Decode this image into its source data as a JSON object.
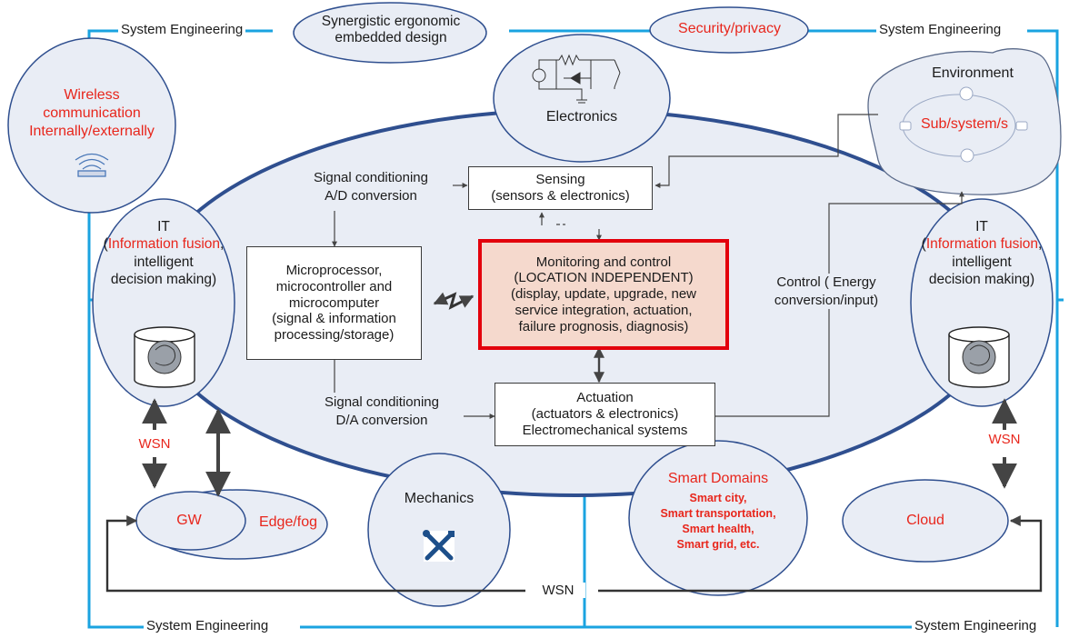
{
  "system_engineering_label": "System Engineering",
  "nodes": {
    "synergistic": [
      "Synergistic ergonomic",
      "embedded design"
    ],
    "security": "Security/privacy",
    "wireless": [
      "Wireless",
      "communication",
      "Internally/externally"
    ],
    "electronics": "Electronics",
    "environment": "Environment",
    "subsystem": "Sub/system/s",
    "it_left": {
      "title": "IT",
      "red": "Information fusion",
      "rest": [
        "intelligent",
        "decision making)"
      ]
    },
    "it_right": {
      "title": "IT",
      "red": "Information fusion",
      "rest": [
        "intelligent",
        "decision making)"
      ]
    },
    "gw": "GW",
    "edge_fog": "Edge/fog",
    "mechanics": "Mechanics",
    "smart_domains": {
      "title": "Smart Domains",
      "items": [
        "Smart city,",
        "Smart transportation,",
        "Smart health,",
        "Smart grid, etc."
      ]
    },
    "cloud": "Cloud"
  },
  "boxes": {
    "sensing": [
      "Sensing",
      "(sensors & electronics)"
    ],
    "microprocessor": [
      "Microprocessor,",
      "microcontroller and",
      "microcomputer",
      "(signal & information",
      "processing/storage)"
    ],
    "monitoring": [
      "Monitoring and control",
      "(LOCATION INDEPENDENT)",
      "(display, update, upgrade, new",
      "service integration,  actuation,",
      "failure prognosis, diagnosis)"
    ],
    "actuation": [
      "Actuation",
      "(actuators & electronics)",
      "Electromechanical systems"
    ]
  },
  "labels": {
    "signal_ad": [
      "Signal conditioning",
      "A/D conversion"
    ],
    "signal_da": [
      "Signal conditioning",
      "D/A conversion"
    ],
    "control": [
      "Control ( Energy",
      "conversion/input)"
    ],
    "wsn": "WSN"
  },
  "colors": {
    "system_line": "#1aa3e0",
    "ellipse_border": "#2f4f8f",
    "node_fill": "#e9edf5",
    "accent_red": "#e8261c",
    "box_highlight": "#f5d9cd"
  }
}
